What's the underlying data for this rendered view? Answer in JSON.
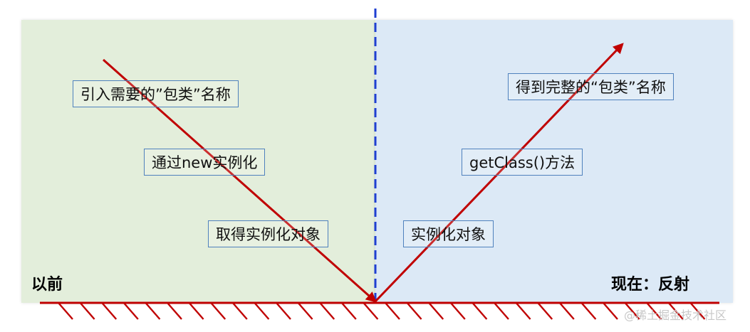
{
  "left": {
    "title": "以前",
    "steps": [
      "引入需要的”包类”名称",
      "通过new实例化",
      "取得实例化对象"
    ]
  },
  "right": {
    "title": "现在：反射",
    "steps": [
      "实例化对象",
      "getClass()方法",
      "得到完整的“包类”名称"
    ]
  },
  "watermark": "@稀土掘金技术社区",
  "colors": {
    "left_panel": "#e3eedb",
    "right_panel": "#dce9f6",
    "arrow": "#c00000",
    "divider": "#1f3fd1",
    "box_border": "#4f81bd"
  }
}
